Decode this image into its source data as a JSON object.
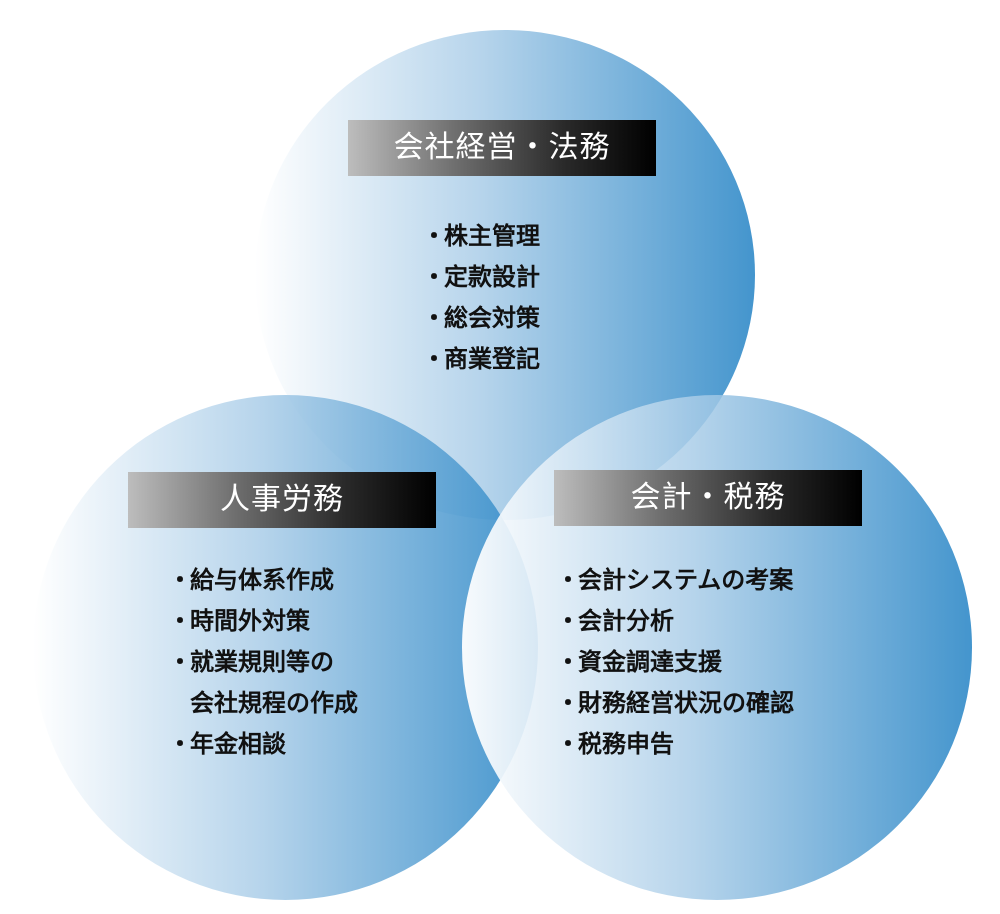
{
  "bullet": "・",
  "top": {
    "title": "会社経営・法務",
    "items": [
      "株主管理",
      "定款設計",
      "総会対策",
      "商業登記"
    ]
  },
  "left": {
    "title": "人事労務",
    "items": [
      "給与体系作成",
      "時間外対策",
      "就業規則等の",
      "会社規程の作成",
      "年金相談"
    ]
  },
  "right": {
    "title": "会計・税務",
    "items": [
      "会計システムの考案",
      "会計分析",
      "資金調達支援",
      "財務経営状況の確認",
      "税務申告"
    ]
  },
  "colors": {
    "circle_light": "#ffffff",
    "circle_mid": "#aacde8",
    "circle_dark": "#348cc9",
    "title_bg_dark": "#000000",
    "title_bg_light": "#bdbdbd",
    "title_text": "#ffffff"
  }
}
